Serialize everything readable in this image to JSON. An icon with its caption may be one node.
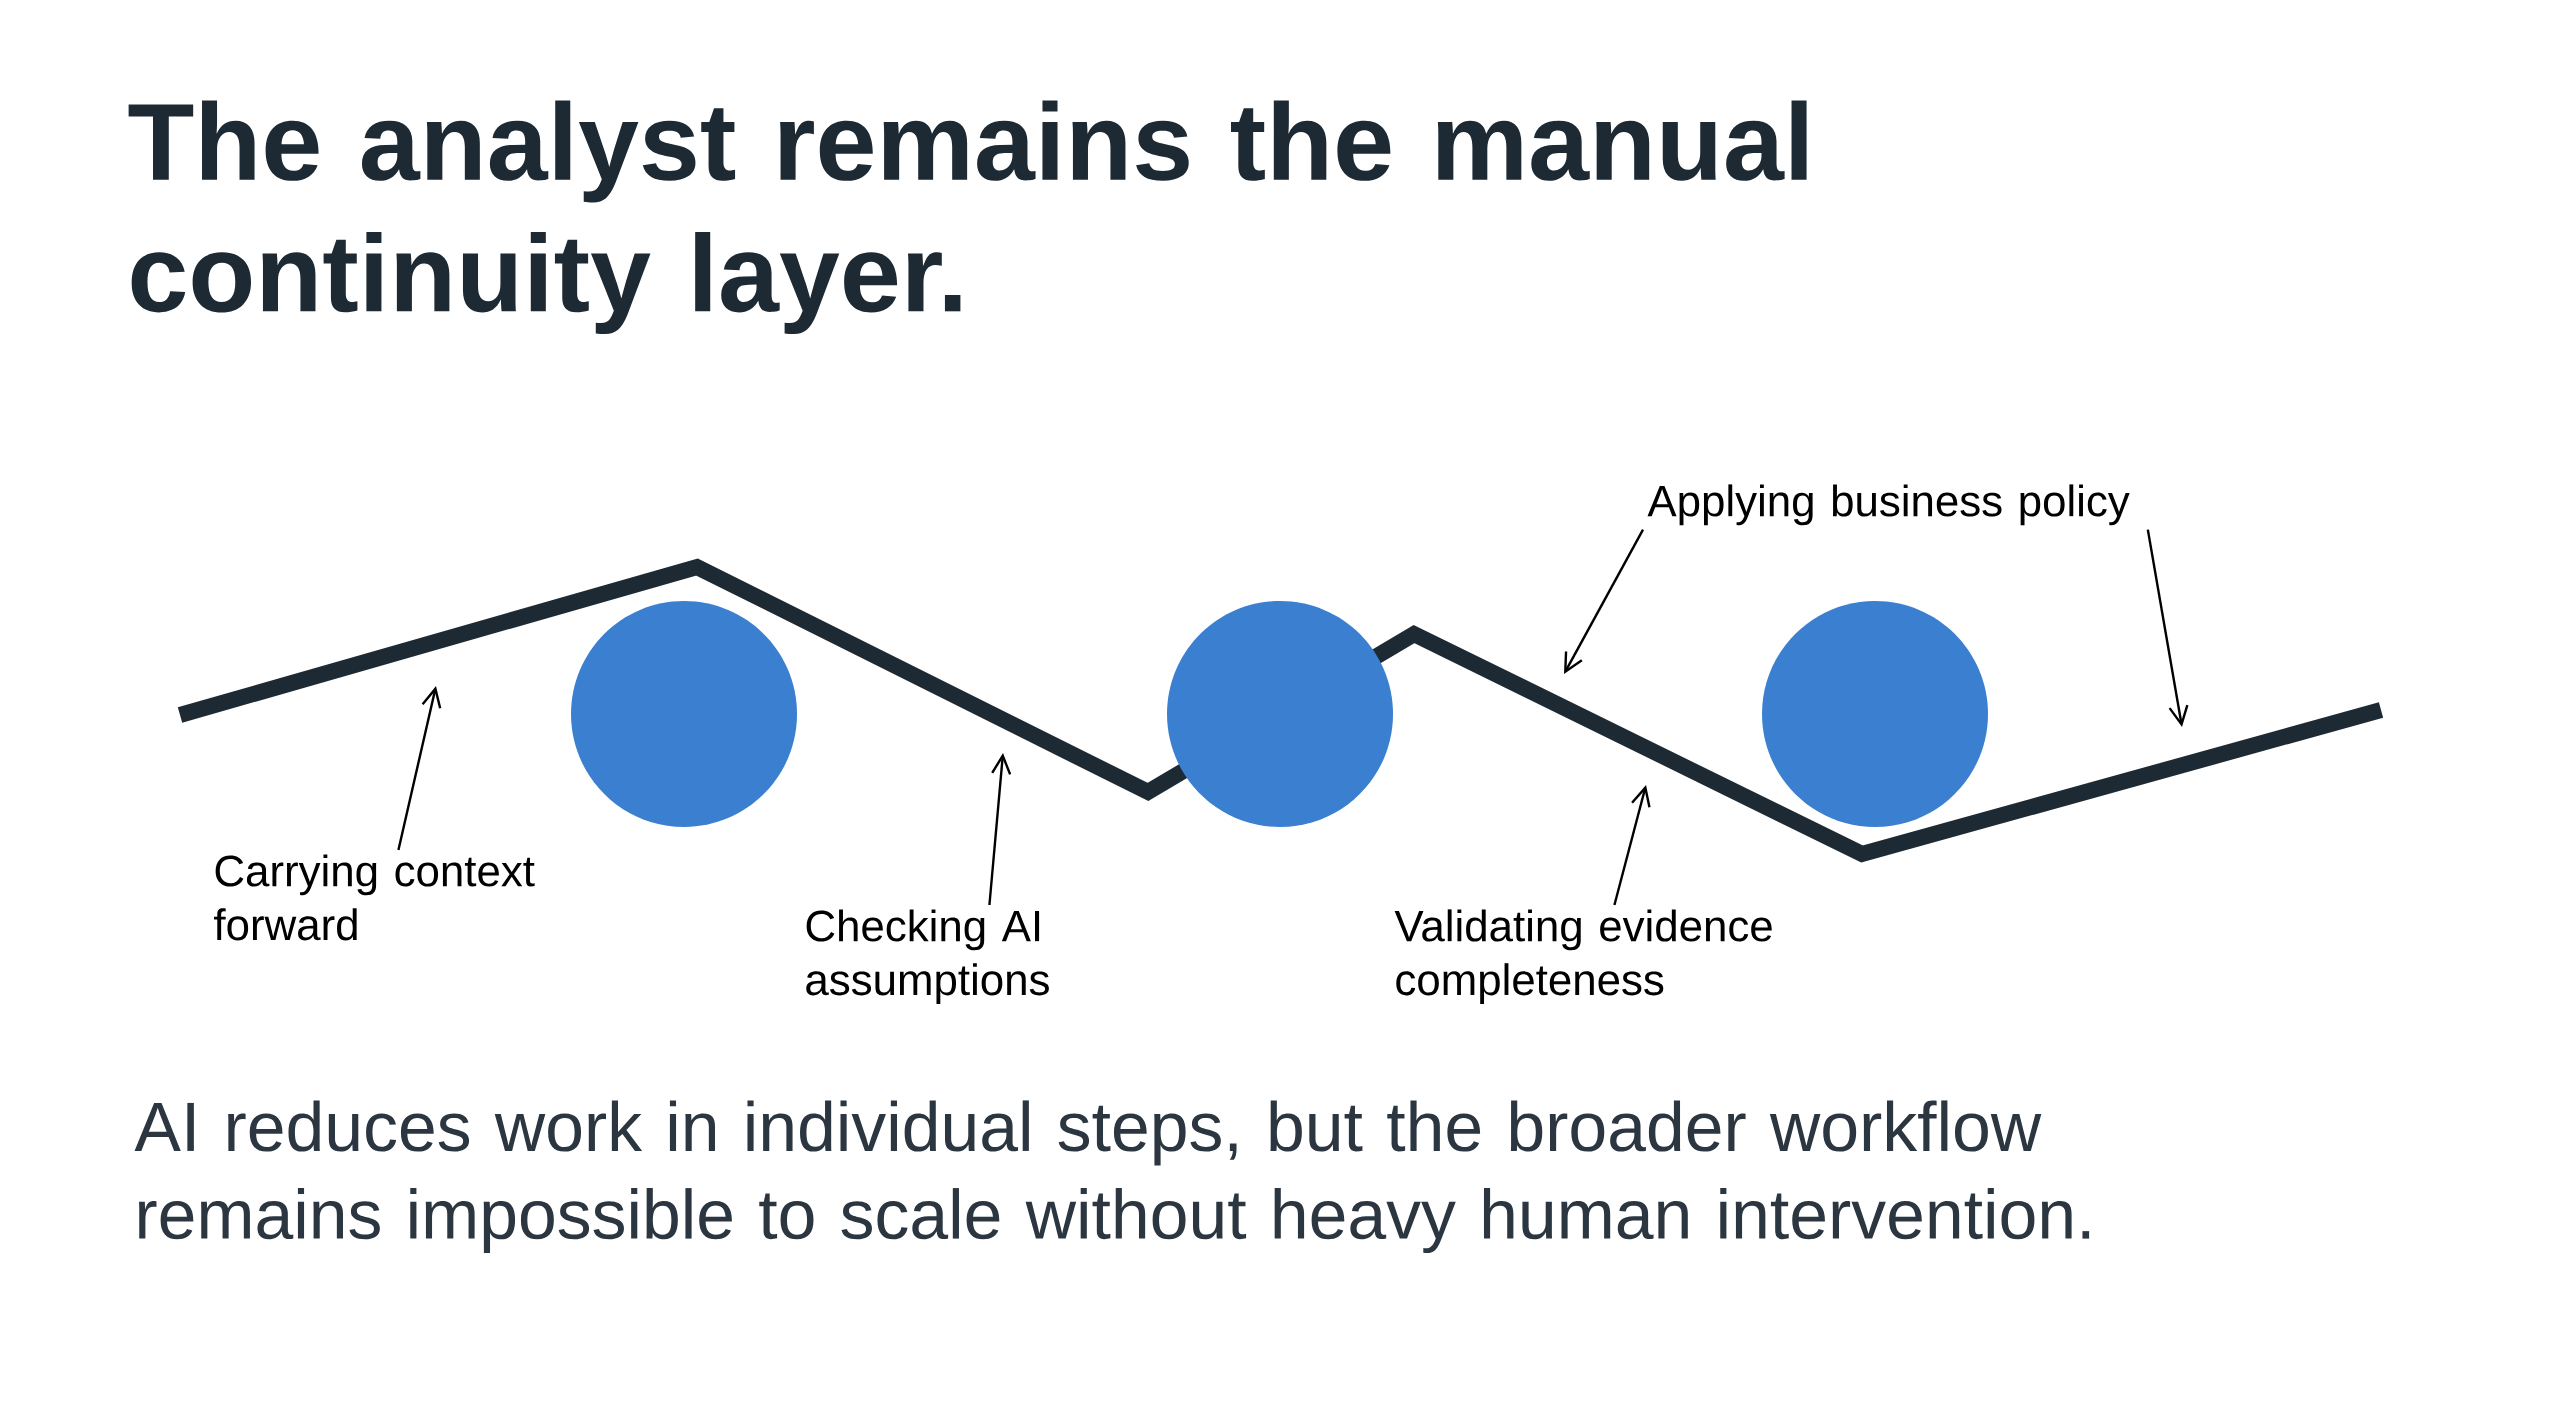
{
  "diagram": {
    "title": "The analyst remains the manual continuity layer.",
    "caption": "AI reduces work in individual steps, but the broader workflow remains impossible to scale without heavy human intervention.",
    "nodes": [
      {
        "text": [
          "Carrying context forward"
        ]
      },
      {
        "text": [
          "Checking AI assumptions"
        ]
      },
      {
        "text": [
          "Validating evidence completeness"
        ]
      },
      {
        "text": [
          "Applying business policy"
        ]
      }
    ],
    "edges": [
      {
        "from": 0,
        "to": null,
        "arrow": "to"
      },
      {
        "from": 1,
        "to": null,
        "arrow": "to"
      },
      {
        "from": 2,
        "to": null,
        "arrow": "to"
      },
      {
        "from": 3,
        "to": null,
        "arrow": "to"
      },
      {
        "from": 3,
        "to": null,
        "arrow": "to"
      }
    ]
  }
}
